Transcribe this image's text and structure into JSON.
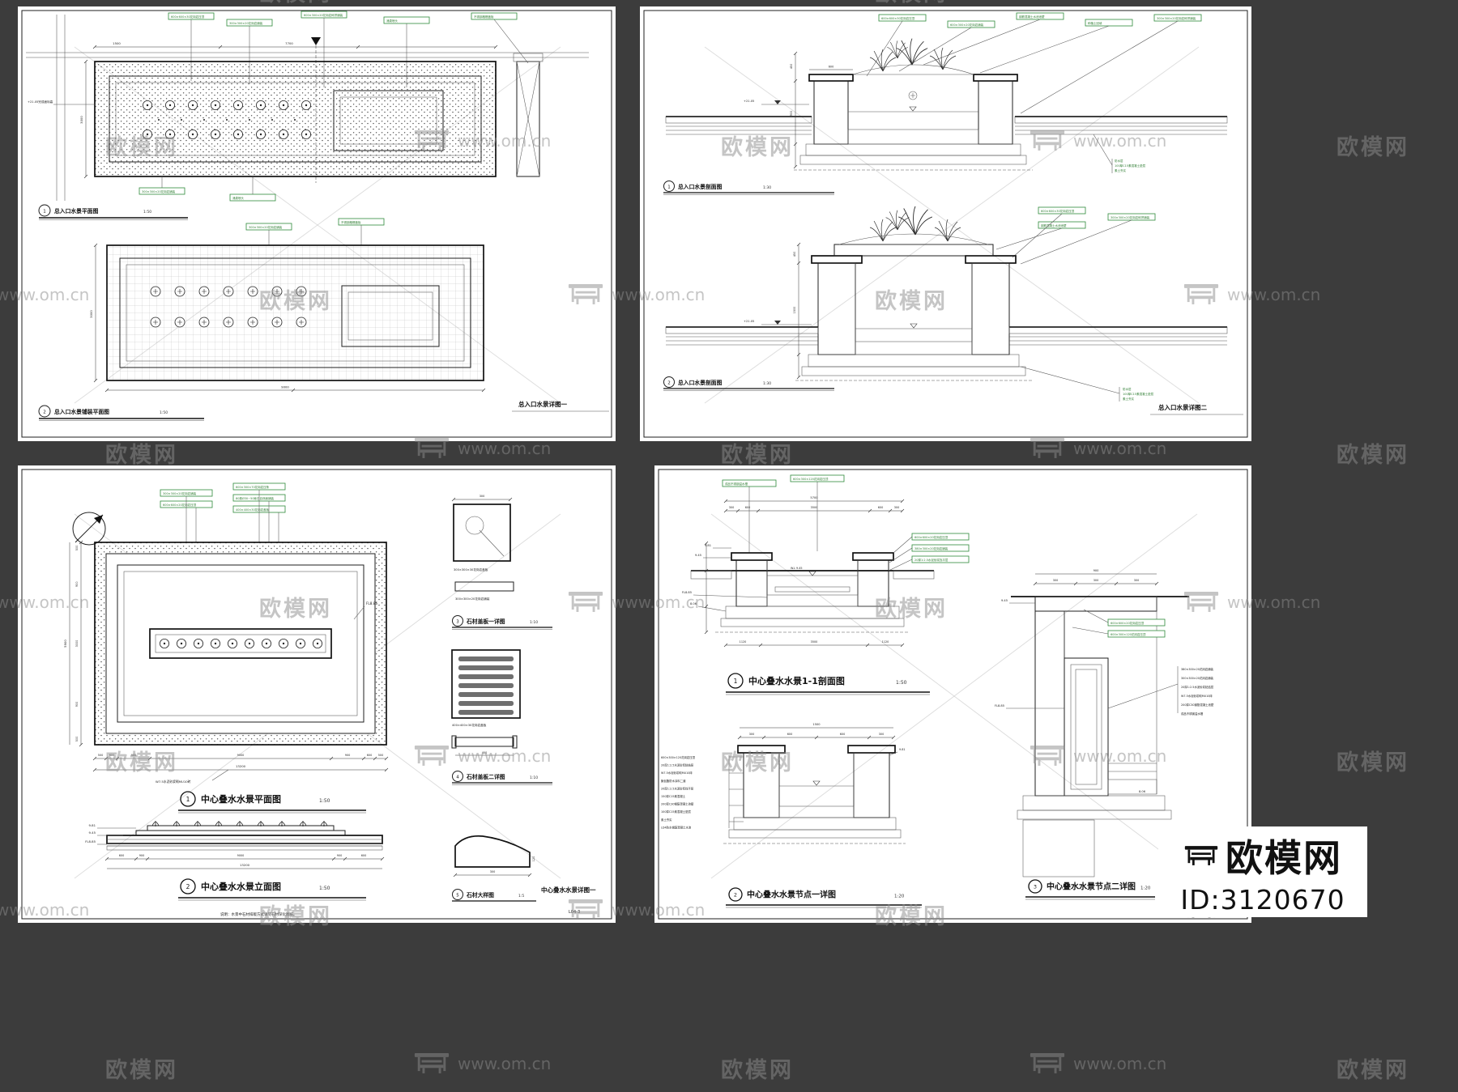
{
  "page": {
    "background": "#3c3c3c",
    "sheet_color": "#ffffff",
    "line_color": "#1f1f1f",
    "annotation_green": "#2e8b3a"
  },
  "watermark": {
    "brand": "欧模网",
    "url": "www.om.cn"
  },
  "badge": {
    "brand": "欧模网",
    "id_label": "ID:3120670"
  },
  "sheets": {
    "tl": {
      "captions": [
        {
          "num": "1",
          "label": "总入口水景平面图",
          "scale": "1:50"
        },
        {
          "num": "2",
          "label": "总入口水景铺装平面图",
          "scale": "1:50"
        }
      ],
      "annos": [
        "600×600×30花岗岩压顶",
        "300×300×20花岗岩铺装",
        "600×300×20花岗岩碎拼铺装",
        "涌泉喷头",
        "不锈钢格栅盖板",
        "+21.05完成面标高"
      ],
      "dims": [
        "7700",
        "1500",
        "3000",
        "9000"
      ],
      "title": "总入口水景详图一"
    },
    "tr": {
      "captions": [
        {
          "num": "1",
          "label": "总入口水景剖面图",
          "scale": "1:30"
        },
        {
          "num": "2",
          "label": "总入口水景剖面图",
          "scale": "1:30"
        }
      ],
      "annos": [
        "600×600×30花岗岩压顶",
        "600×300×20花岗岩铺装",
        "300×300×20花岗岩碎拼铺装",
        "种植土回填",
        "防水层",
        "素土夯实",
        "100厚C15素混凝土垫层",
        "钢筋混凝土水池池壁"
      ],
      "levels": [
        "+21.05"
      ],
      "dims": [
        "900",
        "600",
        "450",
        "1500"
      ],
      "title": "总入口水景详图二"
    },
    "bl": {
      "captions": [
        {
          "num": "1",
          "label": "中心叠水水景平面图",
          "scale": "1:50"
        },
        {
          "num": "2",
          "label": "中心叠水水景立面图",
          "scale": "1:50"
        },
        {
          "num": "3",
          "label": "石材盖板一详图",
          "scale": "1:10"
        },
        {
          "num": "4",
          "label": "石材盖板二详图",
          "scale": "1:10"
        },
        {
          "num": "5",
          "label": "石材大样图",
          "scale": "1:5"
        }
      ],
      "annos": [
        "300×300×20花岗岩铺装",
        "600×600×20花岗岩压顶",
        "600×300×70花岗岩压条",
        "80厚Ø30~50砾石自然面铺装",
        "400×400×30花岗岩盖板",
        "300×300×30花岗岩盖板",
        "W7.5水泥砂浆砌MU10砖"
      ],
      "levels": [
        "9.81",
        "9.45",
        "FL8.85"
      ],
      "dims": [
        "500",
        "600",
        "900",
        "9000",
        "13200",
        "3000",
        "5900",
        "300",
        "400",
        "120"
      ],
      "note": "说明：水景中石材排版方式详见石材深化图纸。",
      "title": "中心叠水水景详图一",
      "sheet_no": "L04-3"
    },
    "br": {
      "captions": [
        {
          "num": "1",
          "label": "中心叠水水景1-1剖面图",
          "scale": "1:50"
        },
        {
          "num": "2",
          "label": "中心叠水水景节点一详图",
          "scale": "1:20"
        },
        {
          "num": "3",
          "label": "中心叠水水景节点二详图",
          "scale": "1:20"
        }
      ],
      "annos": [
        "600×600×20花岗岩压顶",
        "380×300×20花岗岩铺装",
        "300×300×20花岗岩铺装",
        "600×300×120花岗岩压顶",
        "20厚1:2.5水泥砂浆粘结层",
        "W7.5水泥砂浆砌MU10砖",
        "聚氨酯防水涂料二道",
        "150厚C15素混凝土",
        "100厚C15素混凝土垫层",
        "素土夯实",
        "200厚C30钢筋混凝土池壁",
        "LD4防水钢筋混凝土水池",
        "20厚1:2.5水泥砂浆找平层",
        "成品不锈钢溢水槽"
      ],
      "levels": [
        "9.45",
        "9.81",
        "FL8.85",
        "8.06",
        "W.L 9.45"
      ],
      "dims": [
        "5700",
        "1120",
        "3500",
        "300",
        "600",
        "900",
        "1500"
      ]
    }
  }
}
